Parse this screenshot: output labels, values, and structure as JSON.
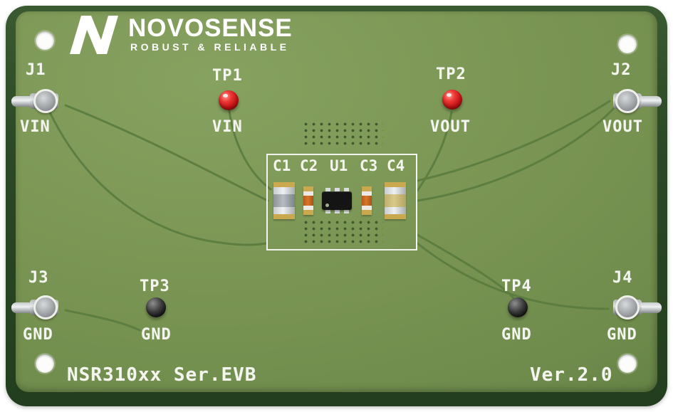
{
  "brand": {
    "name": "NOVOSENSE",
    "tagline": "ROBUST & RELIABLE"
  },
  "silkscreen": {
    "board_name": "NSR310xx Ser.EVB",
    "version": "Ver.2.0"
  },
  "connectors": [
    {
      "id": "J1",
      "signal": "VIN"
    },
    {
      "id": "J2",
      "signal": "VOUT"
    },
    {
      "id": "J3",
      "signal": "GND"
    },
    {
      "id": "J4",
      "signal": "GND"
    }
  ],
  "test_points": [
    {
      "id": "TP1",
      "signal": "VIN",
      "cap_color": "red"
    },
    {
      "id": "TP2",
      "signal": "VOUT",
      "cap_color": "red"
    },
    {
      "id": "TP3",
      "signal": "GND",
      "cap_color": "black"
    },
    {
      "id": "TP4",
      "signal": "GND",
      "cap_color": "black"
    }
  ],
  "components": [
    "C1",
    "C2",
    "U1",
    "C3",
    "C4"
  ],
  "colors": {
    "board_edge": "#2c4a26",
    "board_surface": "#7a9553",
    "copper_trace": "#587a3e",
    "silkscreen": "#f4f5ef",
    "test_point_red": "#c01215",
    "test_point_black": "#1c1c1c",
    "pad_gold": "#caa94e"
  }
}
